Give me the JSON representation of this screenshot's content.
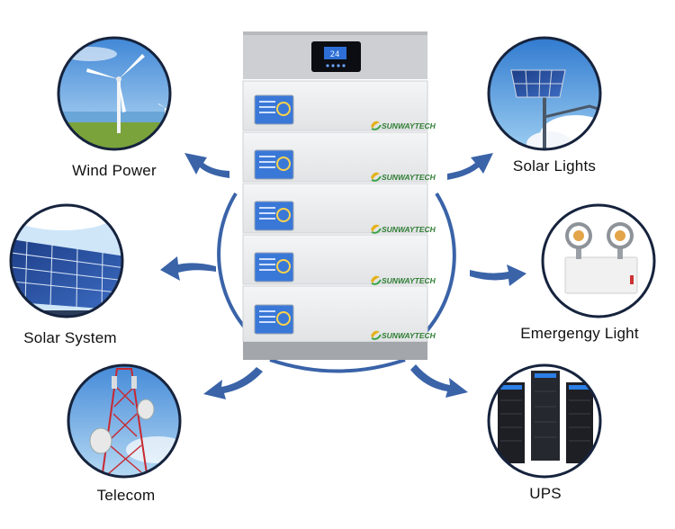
{
  "brand": "SUNWAYTECH",
  "display_readout": "24",
  "applications": [
    {
      "name": "Wind Power",
      "icon": "wind-turbine-icon"
    },
    {
      "name": "Solar Lights",
      "icon": "solar-streetlight-icon"
    },
    {
      "name": "Solar System",
      "icon": "solar-panel-icon"
    },
    {
      "name": "Emergengy Light",
      "icon": "emergency-light-icon"
    },
    {
      "name": "Telecom",
      "icon": "telecom-tower-icon"
    },
    {
      "name": "UPS",
      "icon": "server-rack-icon"
    }
  ],
  "colors": {
    "arrow": "#3a63a8",
    "cabinet": "#e9eaec",
    "cabinet_top": "#c9cbce",
    "lcd": "#2d6fd6"
  }
}
